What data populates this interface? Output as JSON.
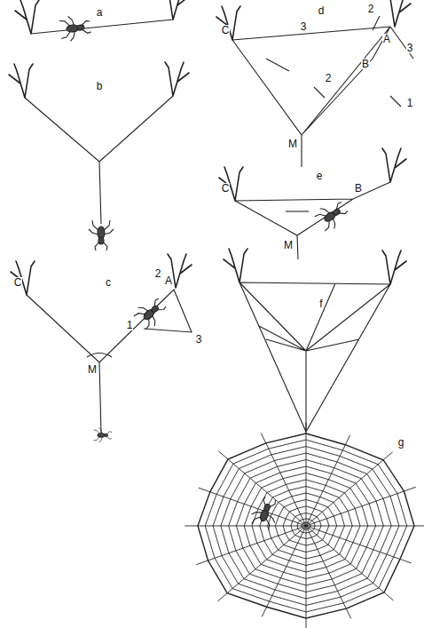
{
  "diagram": {
    "labels": [
      "a",
      "b",
      "C",
      "c",
      "2",
      "A",
      "1",
      "3",
      "M",
      "C",
      "d",
      "3",
      "2",
      "A",
      "B",
      "3",
      "2",
      "1",
      "M",
      "C",
      "e",
      "B",
      "M",
      "f",
      "g"
    ]
  }
}
